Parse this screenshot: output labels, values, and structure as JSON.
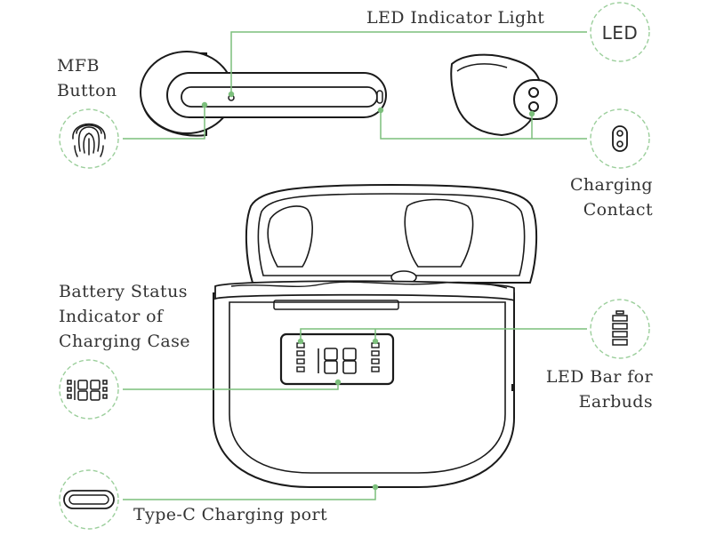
{
  "labels": {
    "led_indicator": "LED Indicator Light",
    "mfb_line1": "MFB",
    "mfb_line2": "Button",
    "led_badge": "LED",
    "charging_line1": "Charging",
    "charging_line2": "Contact",
    "battery_line1": "Battery Status",
    "battery_line2": "Indicator of",
    "battery_line3": "Charging Case",
    "ledbar_line1": "LED Bar for",
    "ledbar_line2": "Earbuds",
    "typec": "Type-C Charging port"
  },
  "colors": {
    "leader": "#7cbf7c",
    "outline": "#1a1a1a",
    "badge_dash": "#9ccf9c",
    "text": "#333333"
  },
  "icons": {
    "mfb": "fingerprint-icon",
    "led": "led-text-icon",
    "charging_contact": "charging-contact-icon",
    "display": "segment-display-icon",
    "ledbar": "battery-bar-icon",
    "usb": "usb-c-port-icon"
  }
}
